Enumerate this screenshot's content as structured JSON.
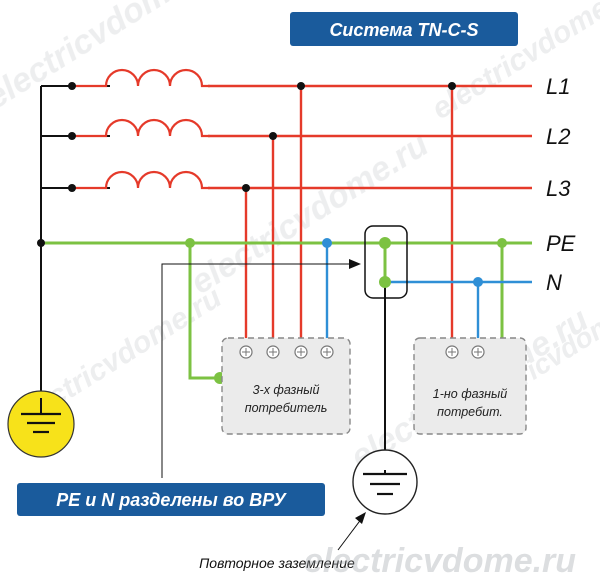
{
  "title": "Система TN-C-S",
  "lines": {
    "l1": "L1",
    "l2": "L2",
    "l3": "L3",
    "pe": "PE",
    "n": "N"
  },
  "consumers": {
    "three_phase": [
      "3-х фазный",
      "потребитель"
    ],
    "single_phase": [
      "1-но фазный",
      "потребит."
    ]
  },
  "note": "PE и N разделены во ВРУ",
  "re_grounding": "Повторное заземление",
  "watermark": "electricvdome.ru",
  "colors": {
    "phase": "#e53a2a",
    "pe": "#7cc242",
    "neutral": "#2f8fd6",
    "badge": "#1a5b9c",
    "ground": "#f7e21a"
  }
}
